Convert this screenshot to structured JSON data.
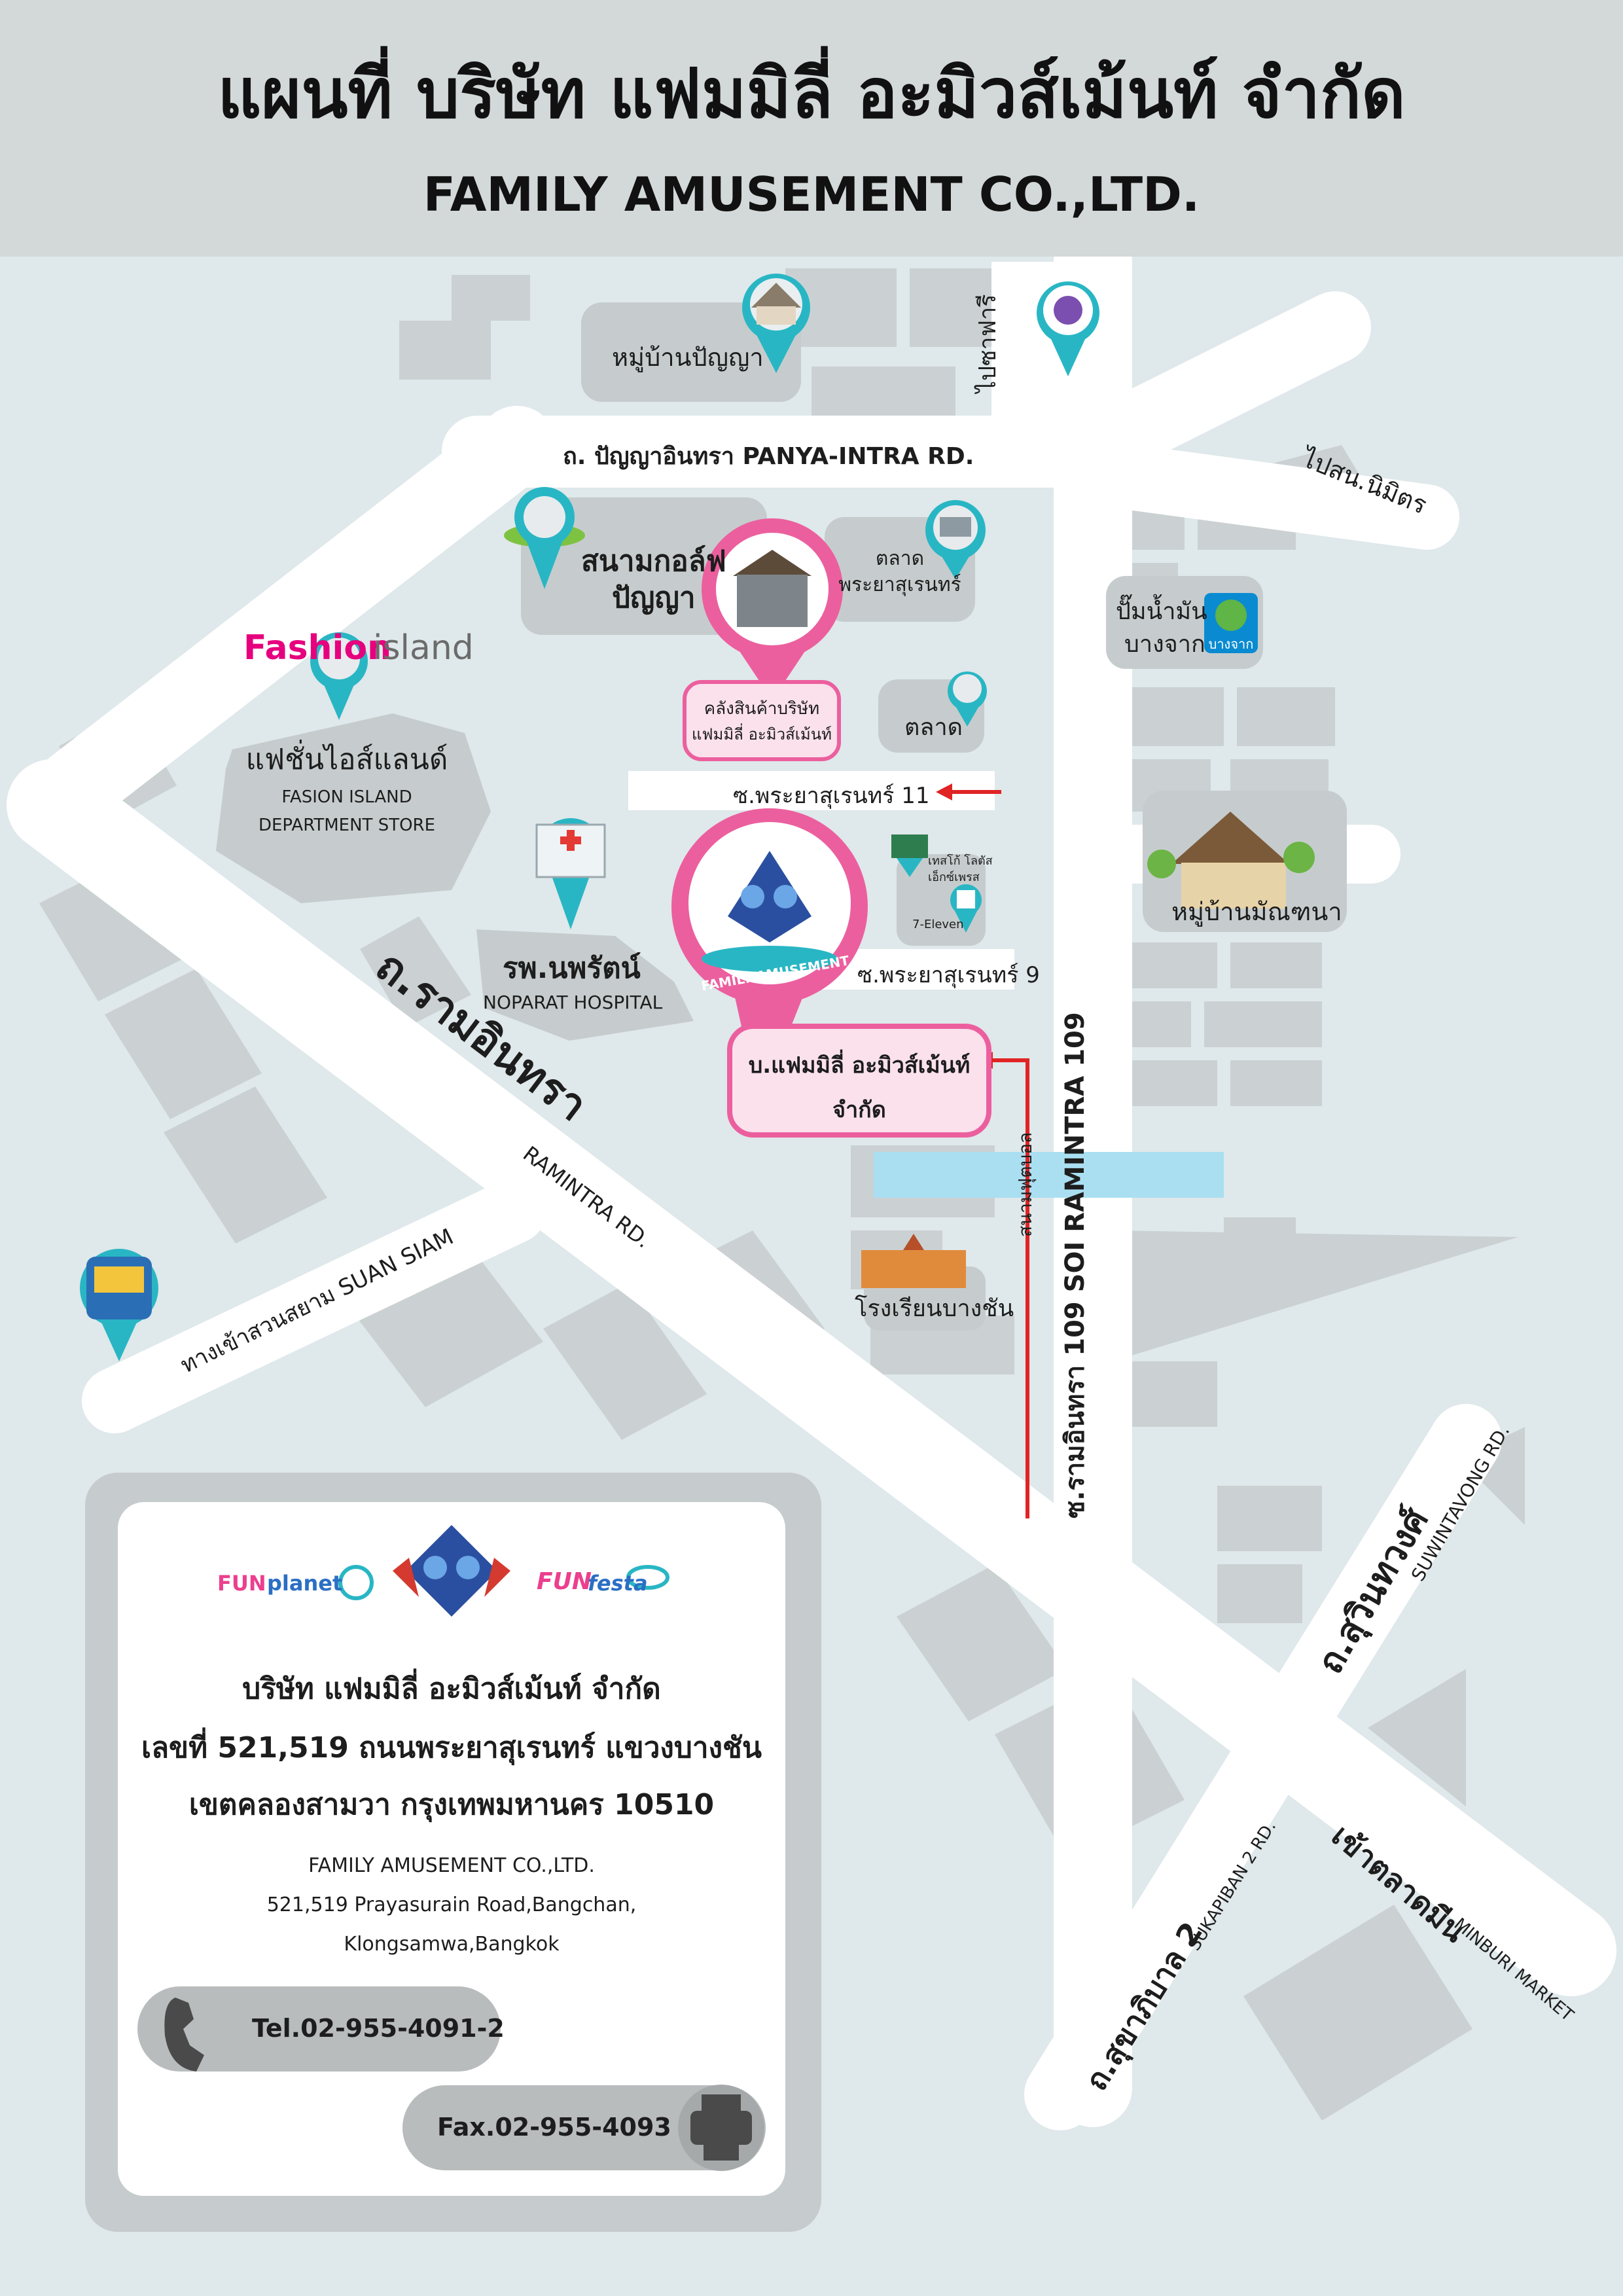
{
  "header": {
    "title_th": "แผนที่ บริษัท แฟมมิลี่ อะมิวส์เม้นท์ จำกัด",
    "title_en": "FAMILY AMUSEMENT CO.,LTD."
  },
  "roads": {
    "panya_intra": "ถ. ปัญญาอินทรา PANYA-INTRA RD.",
    "to_safari": "ไปซาฟารี",
    "to_sonnimit": "ไปสน.นิมิตร",
    "soi_11": "ซ.พระยาสุเรนทร์ 11",
    "soi_9": "ซ.พระยาสุเรนทร์ 9",
    "ramintra_th": "ถ.รามอินทรา",
    "ramintra_en": "RAMINTRA RD.",
    "suan_siam": "ทางเข้าสวนสยาม SUAN SIAM",
    "soi_ramintra_109": "ซ.รามอินทรา 109 SOI RAMINTRA 109",
    "football_field": "สนามฟุตบอล",
    "suwinthawong_th": "ถ.สุวินทวงศ์",
    "suwinthawong_en": "SUWINTAVONG RD.",
    "sukhaphiban_th": "ถ.สุขาภิบาล 2",
    "sukhaphiban_en": "SUKAPIBAN 2 RD.",
    "minburi_th": "เข้าตลาดมีน",
    "minburi_en": "MINBURI MARKET"
  },
  "places": {
    "panya_village": "หมู่บ้านปัญญา",
    "golf_line1": "สนามกอล์ฟ",
    "golf_line2": "ปัญญา",
    "market1_line1": "ตลาด",
    "market1_line2": "พระยาสุเรนทร์",
    "warehouse_line1": "คลังสินค้าบริษัท",
    "warehouse_line2": "แฟมมิลี่ อะมิวส์เม้นท์",
    "market2": "ตลาด",
    "bangchak_line1": "ปั๊มน้ำมัน",
    "bangchak_line2": "บางจาก",
    "bangchak_logo": "บางจาก",
    "fashion_logo_a": "Fashion",
    "fashion_logo_b": "island",
    "fashion_th": "แฟชั่นไอส์แลนด์",
    "fashion_en1": "FASION ISLAND",
    "fashion_en2": "DEPARTMENT STORE",
    "tesco_line1": "เทสโก้ โลตัส",
    "tesco_line2": "เอ็กซ์เพรส",
    "seven": "7-Eleven",
    "manthana_village": "หมู่บ้านมัณฑนา",
    "noparat_th": "รพ.นพรัตน์",
    "noparat_en": "NOPARAT HOSPITAL",
    "company_line1": "บ.แฟมมิลี่ อะมิวส์เม้นท์",
    "company_line2": "จำกัด",
    "school": "โรงเรียนบางชัน",
    "fa_ribbon": "FAMILY AMUSEMENT"
  },
  "card": {
    "fun_planet_a": "FUN",
    "fun_planet_b": "planet",
    "fun_festa_a": "FUN",
    "fun_festa_b": "festa",
    "th_line1": "บริษัท แฟมมิลี่ อะมิวส์เม้นท์ จำกัด",
    "th_line2": "เลขที่ 521,519 ถนนพระยาสุเรนทร์ แขวงบางชัน",
    "th_line3": "เขตคลองสามวา กรุงเทพมหานคร 10510",
    "en_line1": "FAMILY AMUSEMENT CO.,LTD.",
    "en_line2": "521,519 Prayasurain Road,Bangchan,",
    "en_line3": "Klongsamwa,Bangkok",
    "tel": "Tel.02-955-4091-2",
    "fax": "Fax.02-955-4093"
  },
  "colors": {
    "background": "#dfe8ea",
    "road": "#ffffff",
    "block": "#c9cfd0",
    "pin_teal": "#29b6c4",
    "pin_pink": "#ec5f9e",
    "arrow_red": "#e02424",
    "canal": "#a9dff1"
  },
  "icons": [
    "house-icon",
    "golf-icon",
    "market-icon",
    "warehouse-icon",
    "fuel-icon",
    "hospital-icon",
    "shop-icon",
    "school-icon",
    "phone-icon",
    "fax-icon",
    "theme-park-icon",
    "company-logo"
  ]
}
